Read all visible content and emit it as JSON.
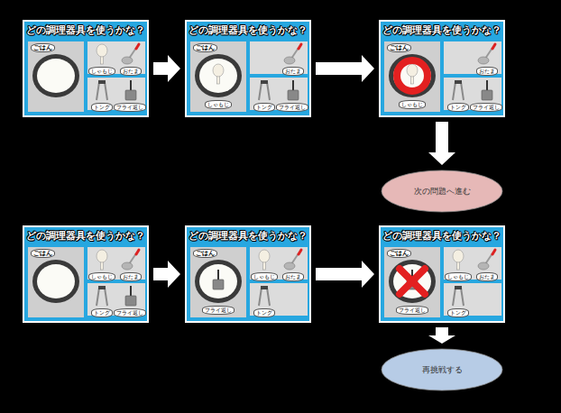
{
  "diagram": {
    "nodes": [
      {
        "text": [
          "どの調理器具を使うかな？",
          "ごはん",
          "しゃもじ",
          "おたま",
          "トング",
          "フライ返し"
        ]
      },
      {
        "text": [
          "どの調理器具を使うかな？",
          "ごはん",
          "しゃもじ",
          "おたま",
          "トング",
          "フライ返し"
        ]
      },
      {
        "text": [
          "どの調理器具を使うかな？",
          "ごはん",
          "しゃもじ",
          "おたま",
          "トング",
          "フライ返し"
        ]
      },
      {
        "text": [
          "どの調理器具を使うかな？",
          "ごはん",
          "しゃもじ",
          "おたま",
          "トング",
          "フライ返し"
        ]
      },
      {
        "text": [
          "どの調理器具を使うかな？",
          "ごはん",
          "しゃもじ",
          "おたま",
          "トング",
          "フライ返し"
        ]
      },
      {
        "text": [
          "どの調理器具を使うかな？",
          "ごはん",
          "しゃもじ",
          "おたま",
          "トング",
          "フライ返し"
        ]
      },
      {
        "text": [
          "次の問題へ進む"
        ]
      },
      {
        "text": [
          "再挑戦する"
        ]
      }
    ],
    "edges": [
      {
        "from": 0,
        "to": 1,
        "arrow": "to"
      },
      {
        "from": 1,
        "to": 2,
        "arrow": "to"
      },
      {
        "from": 2,
        "to": 6,
        "arrow": "to"
      },
      {
        "from": 3,
        "to": 4,
        "arrow": "to"
      },
      {
        "from": 4,
        "to": 5,
        "arrow": "to"
      },
      {
        "from": 5,
        "to": 7,
        "arrow": "to"
      }
    ]
  }
}
